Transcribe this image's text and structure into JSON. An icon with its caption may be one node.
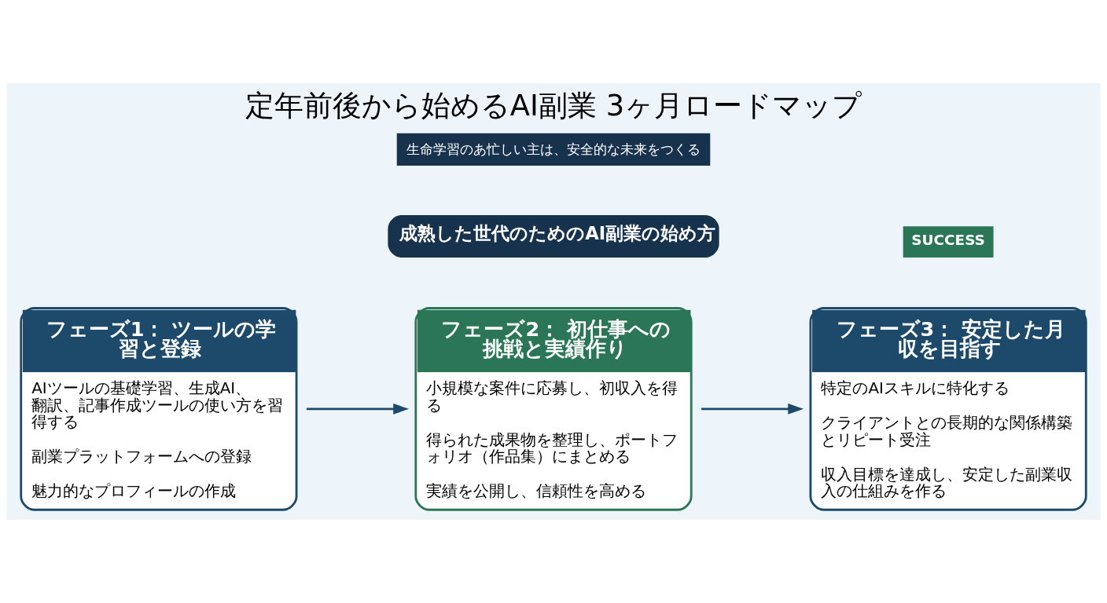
{
  "diagram": {
    "title": "定年前後から始めるAI副業 3ヶ月ロードマップ",
    "caption": "生命学習のあ忙しい主は、安全的な未来をつくる",
    "nodes": [
      {
        "text": [
          "フェーズ1： ツールの学習と登録",
          "AIツールの基礎学習、生成AI、翻訳、記事作成ツールの使い方を習得する",
          "副業プラットフォームへの登録",
          "魅力的なプロフィールの作成"
        ]
      },
      {
        "text": [
          "フェーズ2： 初仕事への挑戦と実績作り",
          "小規模な案件に応募し、初収入を得る",
          "得られた成果物を整理し、ポートフォリオ（作品集）にまとめる",
          "実績を公開し、信頼性を高める"
        ]
      },
      {
        "text": [
          "フェーズ3： 安定した月収を目指す",
          "特定のAIスキルに特化する",
          "クライアントとの長期的な関係構築とリピート受注",
          "収入目標を達成し、安定した副業収入の仕組みを作る"
        ]
      }
    ],
    "edges": [
      {
        "from": 0,
        "to": 1,
        "arrow": "to"
      },
      {
        "from": 1,
        "to": 2,
        "arrow": "to"
      }
    ],
    "labels": [
      "成熟した世代のためのAI副業の始め方",
      "SUCCESS"
    ]
  }
}
